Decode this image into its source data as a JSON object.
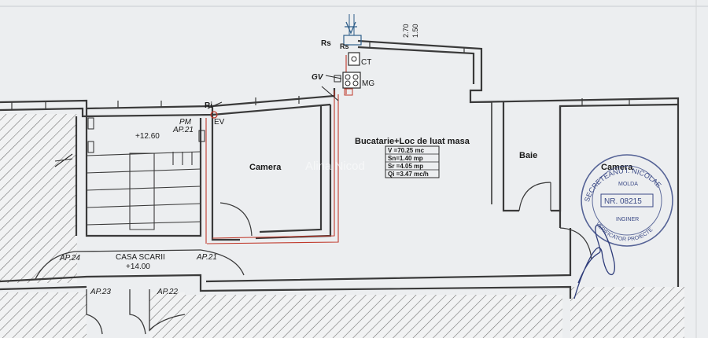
{
  "rooms": {
    "kitchen": "Bucatarie+Loc de luat masa",
    "camera_left": "Camera",
    "camera_right": "Camera",
    "bath": "Baie",
    "stairs": "CASA SCARII",
    "stairs_level": "+14.00",
    "landing_level": "+12.60"
  },
  "apartments": {
    "ap24": "AP.24",
    "ap23": "AP.23",
    "ap22": "AP.22",
    "ap21_bottom": "AP.21",
    "ap21_pm": "AP.21",
    "pm": "PM"
  },
  "kitchen_table": {
    "rows": [
      "V =70.25 mc",
      "Sn=1.40 mp",
      "Sr =4.05 mp",
      "Qi =3.47 mc/h"
    ]
  },
  "equipment": {
    "rs1": "Rs",
    "rs2": "Rs",
    "ct": "CT",
    "mg": "MG",
    "gv": "GV",
    "ri": "Ri",
    "ev": "EV"
  },
  "dimensions": {
    "d1": "2.70",
    "d2": "1.50"
  },
  "stamp": {
    "name": "SECRETEANU I. NICOLAE",
    "number": "NR. 08215",
    "city": "MOLDA",
    "role": "VERIFICATOR PROIECTE",
    "title": "INGINER"
  },
  "watermark": "Alina Nicod",
  "colors": {
    "wall": "#3a3a3a",
    "gas_pipe": "#c0392b",
    "stamp": "#3b4a86",
    "paper": "#eceef0"
  }
}
